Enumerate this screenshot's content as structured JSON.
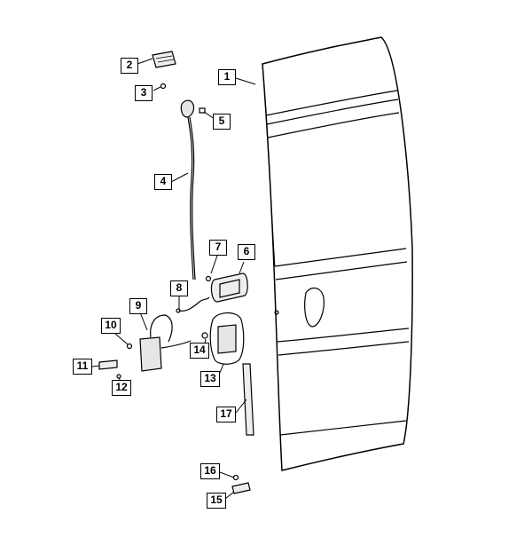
{
  "diagram": {
    "callouts": [
      {
        "id": "c1",
        "label": "1"
      },
      {
        "id": "c2",
        "label": "2"
      },
      {
        "id": "c3",
        "label": "3"
      },
      {
        "id": "c4",
        "label": "4"
      },
      {
        "id": "c5",
        "label": "5"
      },
      {
        "id": "c6",
        "label": "6"
      },
      {
        "id": "c7",
        "label": "7"
      },
      {
        "id": "c8",
        "label": "8"
      },
      {
        "id": "c9",
        "label": "9"
      },
      {
        "id": "c10",
        "label": "10"
      },
      {
        "id": "c11",
        "label": "11"
      },
      {
        "id": "c12",
        "label": "12"
      },
      {
        "id": "c13",
        "label": "13"
      },
      {
        "id": "c14",
        "label": "14"
      },
      {
        "id": "c15",
        "label": "15"
      },
      {
        "id": "c16",
        "label": "16"
      },
      {
        "id": "c17",
        "label": "17"
      }
    ],
    "colors": {
      "line": "#000000",
      "background": "#ffffff",
      "shade": "#d9d9d9"
    }
  }
}
